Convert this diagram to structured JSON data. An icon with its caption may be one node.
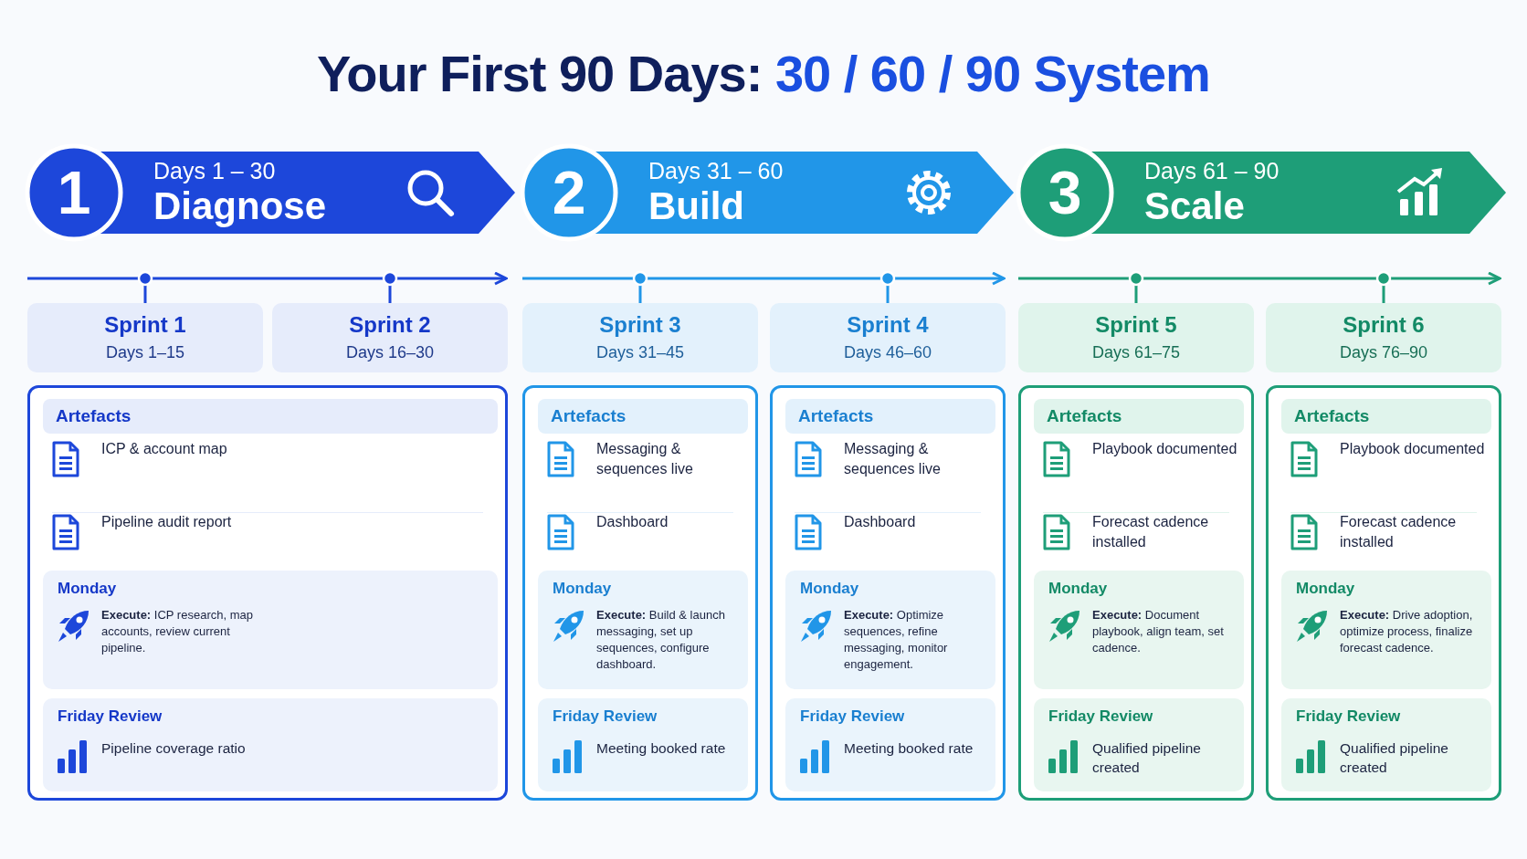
{
  "diagram": {
    "title": "Your First 90 Days: *30 / 60 / 90 System*",
    "nodes": [
      {
        "text": [
          "1",
          "Days 1 – 30",
          "Diagnose"
        ]
      },
      {
        "text": [
          "2",
          "Days 31 – 60",
          "Build"
        ]
      },
      {
        "text": [
          "3",
          "Days 61 – 90",
          "Scale"
        ]
      },
      {
        "text": [
          "Sprint 1",
          "Days 1–15"
        ]
      },
      {
        "text": [
          "Sprint 2",
          "Days 16–30"
        ]
      },
      {
        "text": [
          "Sprint 3",
          "Days 31–45"
        ]
      },
      {
        "text": [
          "Sprint 4",
          "Days 46–60"
        ]
      },
      {
        "text": [
          "Sprint 5",
          "Days 61–75"
        ]
      },
      {
        "text": [
          "Sprint 6",
          "Days 76–90"
        ]
      },
      {
        "text": [
          "ICP & account map",
          "Pipeline audit report"
        ]
      },
      {
        "text": [
          "Artefacts"
        ],
        "in": 9
      },
      {
        "text": [
          "Monday",
          "**Execute:** ICP research, map accounts, review current pipeline."
        ],
        "in": 9
      },
      {
        "text": [
          "Friday Review",
          "Pipeline coverage ratio"
        ],
        "in": 9
      },
      {
        "text": [
          "Messaging & sequences live",
          "Dashboard"
        ]
      },
      {
        "text": [
          "Artefacts"
        ],
        "in": 13
      },
      {
        "text": [
          "Monday",
          "**Execute:** Build & launch messaging, set up sequences, configure dashboard."
        ],
        "in": 13
      },
      {
        "text": [
          "Friday Review",
          "Meeting booked rate"
        ],
        "in": 13
      },
      {
        "text": [
          "Messaging & sequences live",
          "Dashboard"
        ]
      },
      {
        "text": [
          "Artefacts"
        ],
        "in": 17
      },
      {
        "text": [
          "Monday",
          "**Execute:** Optimize sequences, refine messaging, monitor engagement."
        ],
        "in": 17
      },
      {
        "text": [
          "Friday Review",
          "Meeting booked rate"
        ],
        "in": 17
      },
      {
        "text": [
          "Playbook documented",
          "Forecast cadence installed"
        ]
      },
      {
        "text": [
          "Artefacts"
        ],
        "in": 21
      },
      {
        "text": [
          "Monday",
          "**Execute:** Document playbook, align team, set cadence."
        ],
        "in": 21
      },
      {
        "text": [
          "Friday Review",
          "Qualified pipeline created"
        ],
        "in": 21
      },
      {
        "text": [
          "Playbook documented",
          "Forecast cadence installed"
        ]
      },
      {
        "text": [
          "Artefacts"
        ],
        "in": 25
      },
      {
        "text": [
          "Monday",
          "**Execute:** Drive adoption, optimize process, finalize forecast cadence."
        ],
        "in": 25
      },
      {
        "text": [
          "Friday Review",
          "Qualified pipeline created"
        ],
        "in": 25
      }
    ],
    "edges": [
      {
        "from": 3,
        "to": 4,
        "arrow": "none",
        "color": "#1d47da"
      },
      {
        "from": 5,
        "to": 6,
        "arrow": "none",
        "color": "#2196e8"
      },
      {
        "from": 7,
        "to": 8,
        "arrow": "none",
        "color": "#1e9e78"
      }
    ]
  }
}
